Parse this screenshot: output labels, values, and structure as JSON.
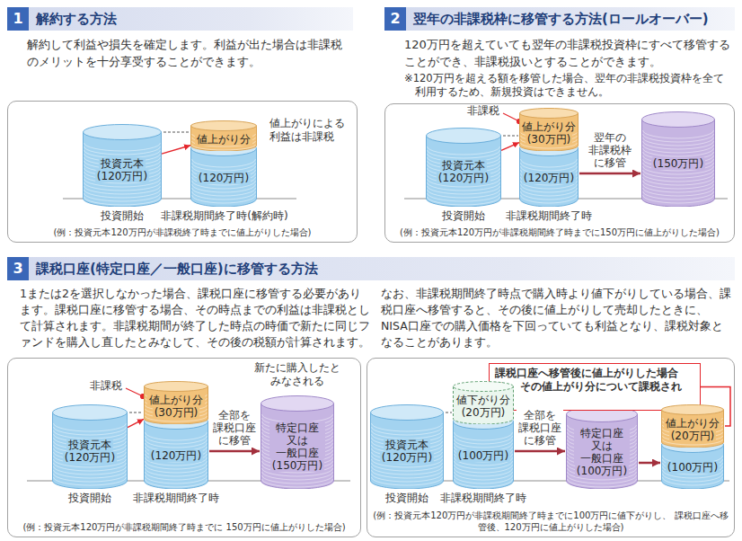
{
  "diagram": {
    "nodes": [
      {
        "text": [
          "解約する方法"
        ]
      },
      {
        "text": [
          "1"
        ],
        "in": 0
      },
      {
        "text": [
          "(例：投資元本120万円が非課税終了時までに値上がりした場合)"
        ]
      },
      {
        "text": [
          "投資元本",
          "(120万円)"
        ],
        "in": 2
      },
      {
        "text": [
          "値上がり分"
        ],
        "in": 2
      },
      {
        "text": [
          "(120万円)"
        ],
        "in": 2
      },
      {
        "text": [
          "翌年の非課税枠に移管する方法(ロールオーバー)"
        ]
      },
      {
        "text": [
          "2"
        ],
        "in": 6
      },
      {
        "text": [
          "(例：投資元本120万円が非課税期間終了時までに150万円に値上がりした場合)"
        ]
      },
      {
        "text": [
          "投資元本",
          "(120万円)"
        ],
        "in": 8
      },
      {
        "text": [
          "値上がり分",
          "(30万円)"
        ],
        "in": 8
      },
      {
        "text": [
          "(120万円)"
        ],
        "in": 8
      },
      {
        "text": [
          "(150万円)"
        ],
        "in": 8
      },
      {
        "text": [
          "課税口座(特定口座／一般口座)に移管する方法"
        ]
      },
      {
        "text": [
          "3"
        ],
        "in": 13
      },
      {
        "text": [
          "(例：投資元本120万円が非課税期間終了時までに 150万円に値上がりした場合)"
        ]
      },
      {
        "text": [
          "投資元本",
          "(120万円)"
        ],
        "in": 15
      },
      {
        "text": [
          "値上がり分",
          "(30万円)"
        ],
        "in": 15
      },
      {
        "text": [
          "(120万円)"
        ],
        "in": 15
      },
      {
        "text": [
          "特定口座 又は 一般口座",
          "(150万円)"
        ],
        "in": 15
      },
      {
        "text": [
          "(例：投資元本120万円が非課税期間終了時までに100万円に値下がりし、 課税口座へ移管後、120万円に値上がりした場合)"
        ]
      },
      {
        "text": [
          "課税口座へ移管後に値上がりした場合は、 その値上がり分について課税される。"
        ],
        "in": 20
      },
      {
        "text": [
          "投資元本",
          "(120万円)"
        ],
        "in": 20
      },
      {
        "text": [
          "値下がり分",
          "(20万円)"
        ],
        "in": 20
      },
      {
        "text": [
          "(100万円)"
        ],
        "in": 20
      },
      {
        "text": [
          "特定口座 又は 一般口座",
          "(100万円)"
        ],
        "in": 20
      },
      {
        "text": [
          "値上がり分",
          "(20万円)"
        ],
        "in": 20
      },
      {
        "text": [
          "(100万円)"
        ],
        "in": 20
      }
    ],
    "edges": [
      {
        "from": 3,
        "to": 4,
        "arrow": "to"
      },
      {
        "from": 9,
        "to": 10,
        "arrow": "to"
      },
      {
        "from": 11,
        "to": 12,
        "arrow": "to",
        "label": "翌年の 非課税枠 に移管"
      },
      {
        "from": 16,
        "to": 17,
        "arrow": "to"
      },
      {
        "from": 18,
        "to": 19,
        "arrow": "to",
        "label": "全部を 課税口座 に移管"
      },
      {
        "from": 24,
        "to": 25,
        "arrow": "to",
        "label": "全部を 課税口座 に移管"
      },
      {
        "from": 25,
        "to": 27,
        "arrow": "to"
      },
      {
        "from": 21,
        "to": 26,
        "arrow": "none"
      }
    ],
    "labels": [
      "解約して利益や損失を確定します。利益が出た場合は非課税のメリットを十分享受することができます。",
      "値上がりによる 利益は非課税",
      "投資開始",
      "非課税期間終了時(解約時)",
      "120万円を超えていても翌年の非課税投資枠にすべて移管することができ、非課税扱いとすることができます。",
      "※120万円を超える額を移管した場合、翌年の非課税投資枠を全て利用するため、新規投資はできません。",
      "非課税",
      "投資開始",
      "非課税期間終了時",
      "1または2を選択しなかった場合、課税口座に移管する必要があります。課税口座に移管する場合、その時点までの利益は非課税として計算されます。非課税期間が終了した時点の時価で新たに同じファンドを購入し直したとみなして、その後の税額が計算されます。",
      "なお、非課税期間終了時点で購入時より値下がりしている場合、課税口座へ移管すると、その後に値上がりして売却したときに、NISA口座での購入価格を下回っていても利益となり、課税対象となることがあります。",
      "非課税",
      "新たに購入したと みなされる",
      "投資開始",
      "非課税期間終了時",
      "投資開始",
      "非課税期間終了時"
    ]
  }
}
